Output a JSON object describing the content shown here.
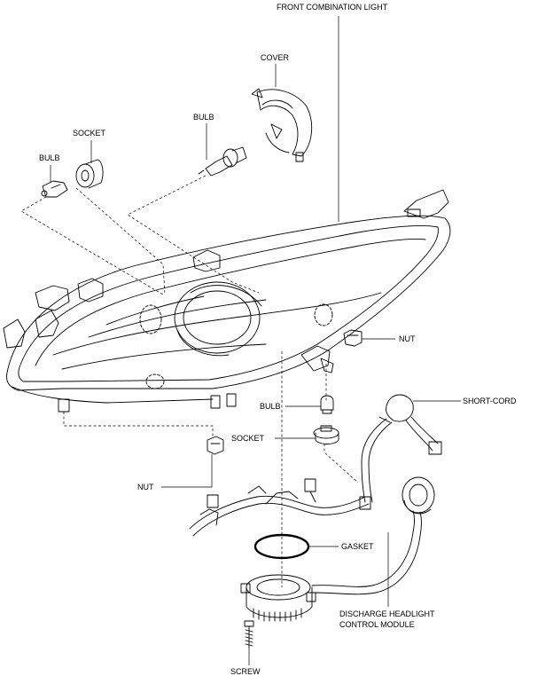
{
  "labels": {
    "front_combination_light": "FRONT COMBINATION LIGHT",
    "cover": "COVER",
    "bulb_top": "BULB",
    "socket_left": "SOCKET",
    "bulb_left": "BULB",
    "nut_right": "NUT",
    "short_cord": "SHORT-CORD",
    "bulb_mid": "BULB",
    "socket_mid": "SOCKET",
    "nut_left": "NUT",
    "gasket": "GASKET",
    "discharge_line1": "DISCHARGE HEADLIGHT",
    "discharge_line2": "CONTROL MODULE",
    "screw": "SCREW"
  },
  "colors": {
    "ink": "#000000",
    "background": "#ffffff"
  }
}
